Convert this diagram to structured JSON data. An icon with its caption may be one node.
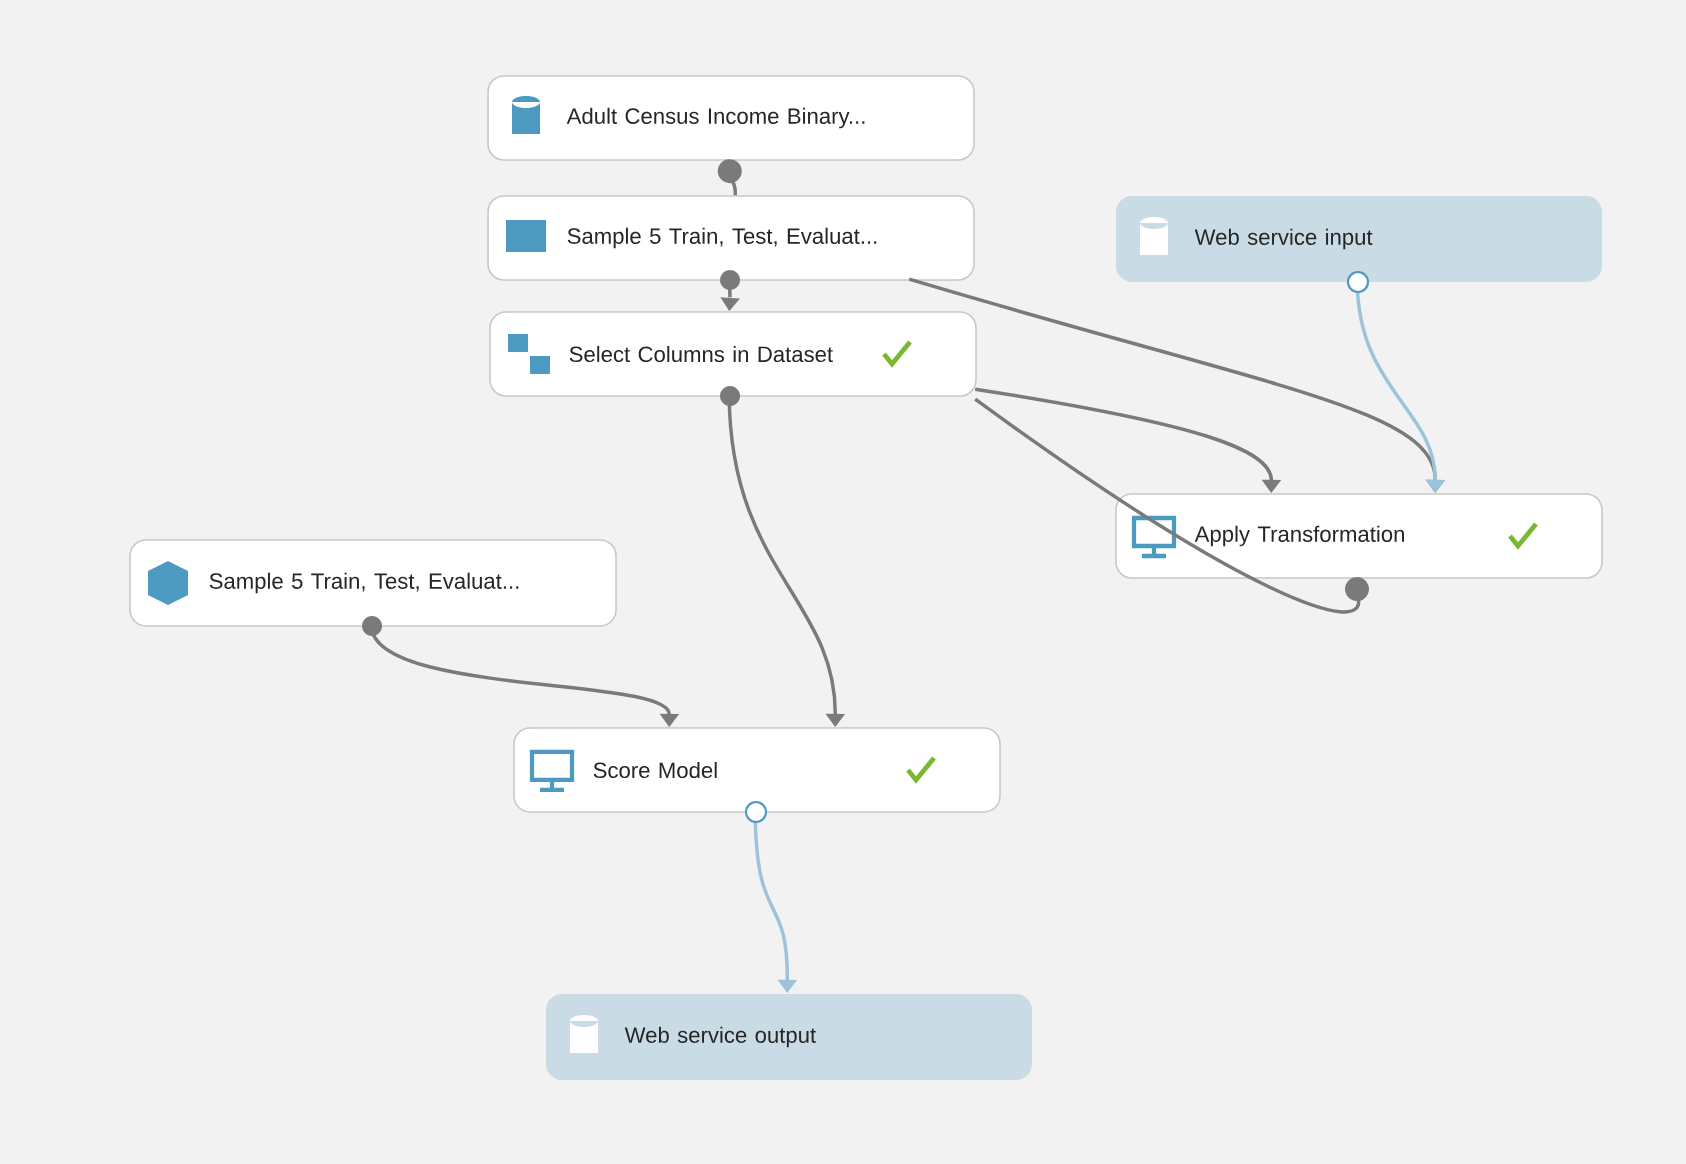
{
  "diagram": {
    "nodes": [
      {
        "text": [
          "Adult Census Income Binary..."
        ]
      },
      {
        "text": [
          "Sample 5 Train, Test, Evaluat..."
        ]
      },
      {
        "text": [
          "Select Columns in Dataset"
        ]
      },
      {
        "text": [
          "Sample 5 Train, Test, Evaluat..."
        ]
      },
      {
        "text": [
          "Apply Transformation"
        ]
      },
      {
        "text": [
          "Web service input"
        ]
      },
      {
        "text": [
          "Score Model"
        ]
      },
      {
        "text": [
          "Web service output"
        ]
      }
    ],
    "edges": [
      {
        "from": 0,
        "to": 1,
        "arrow": "other"
      },
      {
        "from": 1,
        "to": 2,
        "arrow": "to"
      },
      {
        "from": 1,
        "to": 4,
        "arrow": "to"
      },
      {
        "from": 2,
        "to": 4,
        "arrow": "to"
      },
      {
        "from": 4,
        "to": 2,
        "arrow": "other"
      },
      {
        "from": 5,
        "to": 4,
        "arrow": "to",
        "color": "#9cc3d9"
      },
      {
        "from": 3,
        "to": 6,
        "arrow": "to"
      },
      {
        "from": 2,
        "to": 6,
        "arrow": "to"
      },
      {
        "from": 6,
        "to": 7,
        "arrow": "to",
        "color": "#9cc3d9"
      }
    ]
  }
}
